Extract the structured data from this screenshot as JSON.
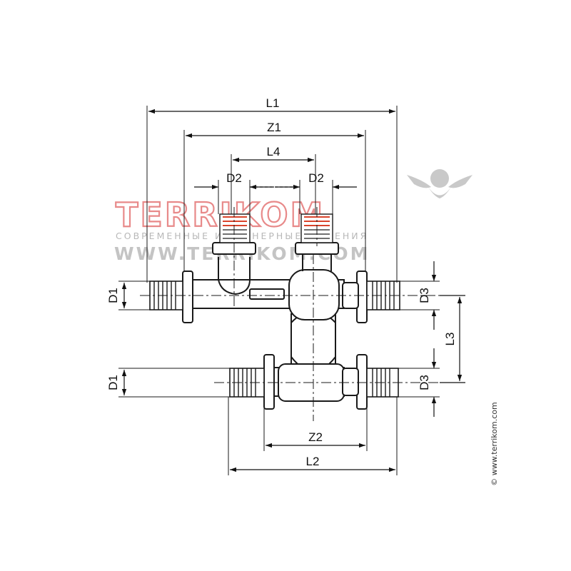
{
  "dimensions": {
    "L1": "L1",
    "Z1": "Z1",
    "L4": "L4",
    "D2_left": "D2",
    "D2_right": "D2",
    "D1_top": "D1",
    "D1_bottom": "D1",
    "D3_top": "D3",
    "D3_bottom": "D3",
    "L3": "L3",
    "Z2": "Z2",
    "L2": "L2"
  },
  "watermark": {
    "logo": "TERRIKOM",
    "tagline": "СОВРЕМЕННЫЕ ИНЖЕНЕРНЫЕ РЕШЕНИЯ",
    "url": "WWW.TERRIKOM.COM"
  },
  "copyright": "© www.terrikom.com",
  "colors": {
    "line": "#1a1a1a",
    "accent_thread": "#d9442c",
    "watermark_logo": "#e88a8a",
    "watermark_text": "#c4c4c4"
  }
}
